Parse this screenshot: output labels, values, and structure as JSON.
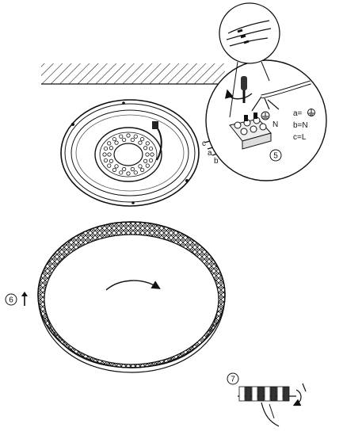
{
  "wire_labels": {
    "a": "a",
    "b": "b",
    "c": "c"
  },
  "legend": {
    "a": "a=",
    "b": "b=N",
    "c": "c=L"
  },
  "steps": {
    "s5": "5",
    "s6": "6",
    "s7": "7"
  },
  "icons": {
    "earth": "earth-ground-icon",
    "screwdriver": "screwdriver-icon",
    "up_arrow": "up-arrow-icon",
    "rotate_arrow": "rotate-arrow-icon"
  }
}
